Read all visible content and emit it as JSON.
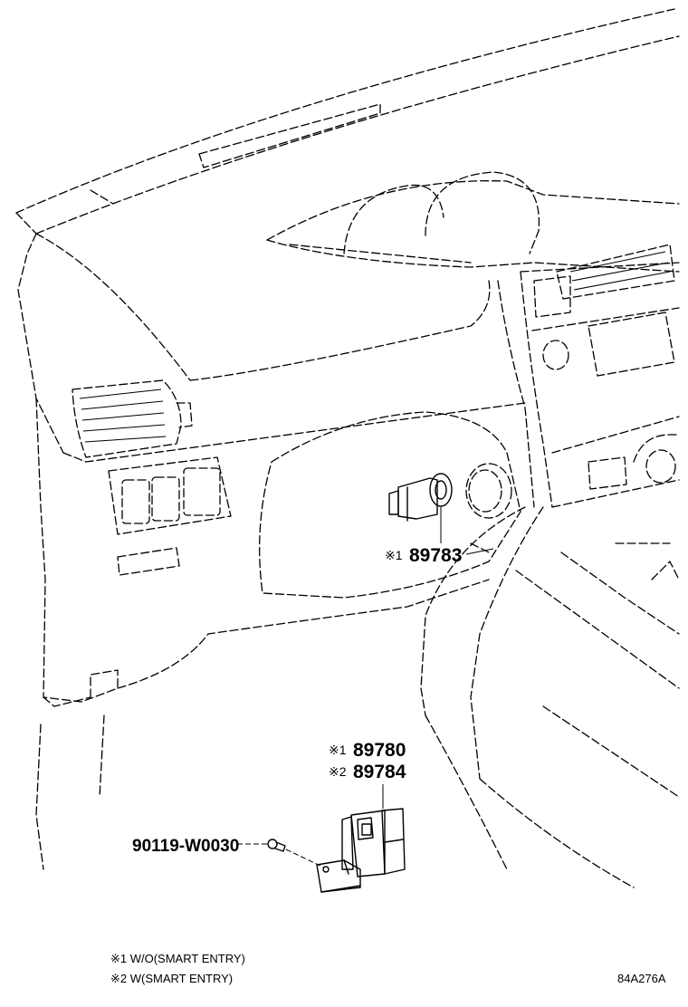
{
  "callouts": {
    "c89783": {
      "mark": "※1",
      "part": "89783"
    },
    "c89780": {
      "mark": "※1",
      "part": "89780"
    },
    "c89784": {
      "mark": "※2",
      "part": "89784"
    },
    "c90119": {
      "part": "90119-W0030"
    }
  },
  "notes": {
    "note1": "※1 W/O(SMART ENTRY)",
    "note2": "※2 W(SMART ENTRY)"
  },
  "diagram_id": "84A276A"
}
